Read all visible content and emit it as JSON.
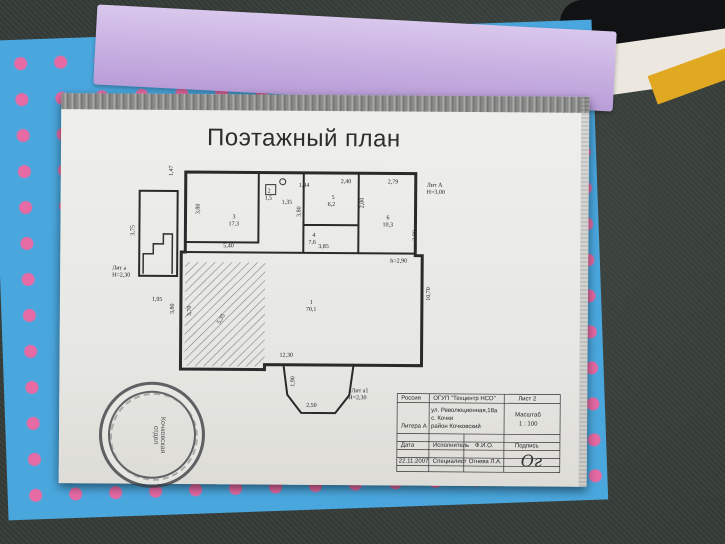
{
  "document": {
    "title": "Поэтажный план"
  },
  "rooms": [
    {
      "id": "room-3",
      "number": "3",
      "area": "17,3"
    },
    {
      "id": "room-5",
      "number": "5",
      "area": "6,2"
    },
    {
      "id": "room-6",
      "number": "6",
      "area": "10,3"
    },
    {
      "id": "room-4",
      "number": "4",
      "area": "7,6"
    },
    {
      "id": "room-1",
      "number": "1",
      "area": "70,1"
    },
    {
      "id": "room-2",
      "number": "2",
      "area": "1,5"
    }
  ],
  "labels": {
    "lit_a": "Лит А",
    "h_top": "Н=3,00",
    "lit_a1": "Лит а",
    "h_left": "Н=2,30",
    "lit_a1b": "Лит а1",
    "h_bottom": "Н=2,30",
    "h_mid": "h=2,90"
  },
  "dimensions": {
    "d1": "1,47",
    "d2": "1,34",
    "d3": "2,40",
    "d4": "2,79",
    "d5": "3,80",
    "d6": "1,35",
    "d7": "2,00",
    "d8": "3,80",
    "d9": "5,40",
    "d10": "3,85",
    "d11": "3,80",
    "d12": "10,70",
    "d13": "3,75",
    "d14": "3,80",
    "d15": "1,95",
    "d16": "12,30",
    "d17": "1,90",
    "d18": "2,50",
    "d19": "3,70",
    "d20": "5,35"
  },
  "title_block": {
    "country": "Россия",
    "org": "ОГУП \"Техцентр НСО\"",
    "sheet": "Лист 2",
    "address_1": "ул. Революционная,18а",
    "address_2": "с. Кочки",
    "address_3": "район Кочковский",
    "litera": "Литера А",
    "scale_label": "Масштаб",
    "scale_value": "1 : 100",
    "col_date": "Дата",
    "col_executor": "Исполнитель",
    "col_name": "Ф.И.О.",
    "col_sign": "Подпись",
    "row_date": "22.11.2007",
    "row_role": "Специалист",
    "row_name": "Огнева Л.А."
  },
  "stamp": {
    "center_1": "Кочковская",
    "center_2": "отдел"
  },
  "signature": "Ог"
}
